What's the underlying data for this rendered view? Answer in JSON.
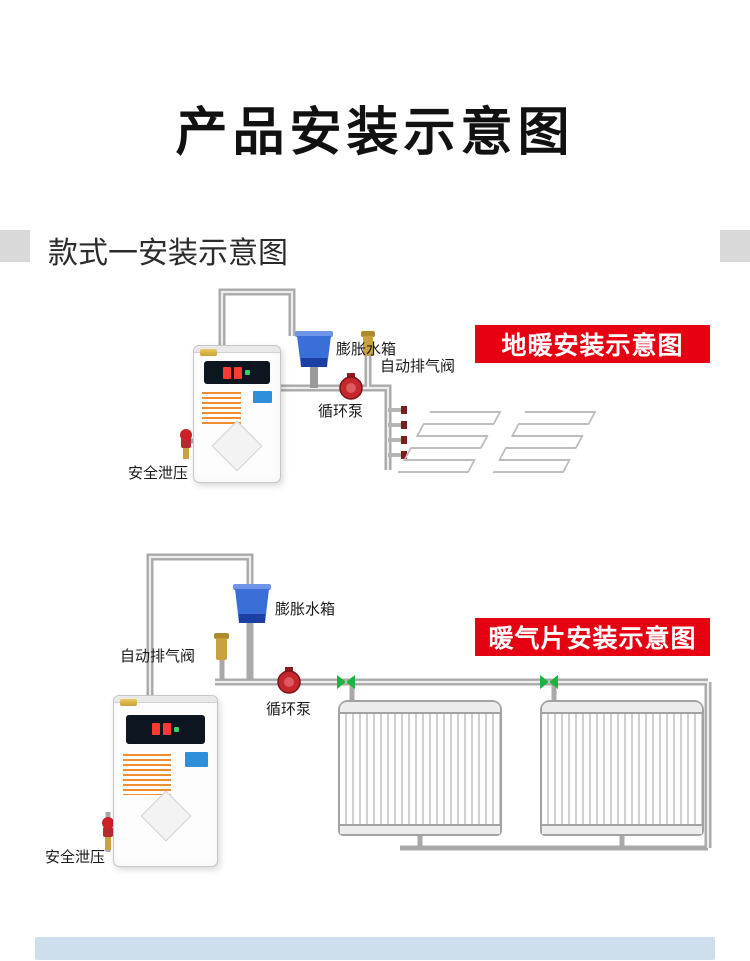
{
  "page": {
    "title": "产品安装示意图",
    "section_header": "款式一安装示意图"
  },
  "colors": {
    "banner_red": "#e60012",
    "pipe_gray": "#a9a9a9",
    "tank_blue": "#3a6fd8",
    "pump_red": "#c5272d",
    "valve_green": "#1fb141",
    "brass": "#c9a23f",
    "footer_blue": "#cfdeec"
  },
  "d1": {
    "banner": "地暖安装示意图",
    "labels": {
      "expansion_tank": "膨胀水箱",
      "auto_exhaust_valve": "自动排气阀",
      "circulation_pump": "循环泵",
      "safety_relief": "安全泄压"
    }
  },
  "d2": {
    "banner": "暖气片安装示意图",
    "labels": {
      "expansion_tank": "膨胀水箱",
      "auto_exhaust_valve": "自动排气阀",
      "circulation_pump": "循环泵",
      "safety_relief": "安全泄压"
    }
  }
}
